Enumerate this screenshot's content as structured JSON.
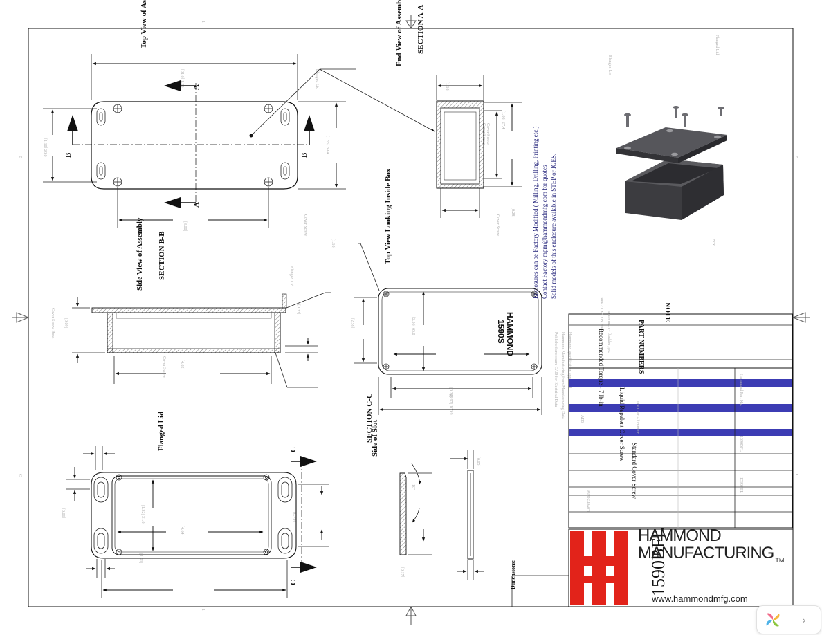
{
  "views": {
    "top_view": "Top View of Assembly",
    "end_view": "End View of Assembly",
    "section_aa": "SECTION A-A",
    "side_view": "Side View of Assembly",
    "section_bb": "SECTION B-B",
    "top_inside": "Top View Looking Inside Box",
    "section_cc": "SECTION C-C",
    "side_slot": "Side of Slot",
    "flanged_lid": "Flanged Lid"
  },
  "markers": {
    "a": "A",
    "b": "B",
    "c": "C"
  },
  "box_marking": {
    "brand": "HAMMOND",
    "model": "1590S"
  },
  "notes": {
    "line1": "Enclosures can be Factory Modified ( Milling, Drilling, Printing etc.)",
    "line2": "Contact Factory    mpm@hammondmfg.com for quotes",
    "line3": "Solid models of this enclosure available in STEP or IGES."
  },
  "title_block": {
    "note_header": "NOTE",
    "part_numbers_header": "PART NUMBERS",
    "row_recommended": "Recommended Torque - 7 lb-in",
    "row_liquid": "Liquid Repelent Cover Screw",
    "row_standard": "Standard Cover Screw",
    "part_number": "1590BFL",
    "dimensions_label": "Dimensions:"
  },
  "brand": {
    "line1": "HAMMOND",
    "line2": "MANUFACTURING",
    "tm": "TM",
    "url": "www.hammondmfg.com"
  },
  "colors": {
    "red": "#e2231a",
    "blue": "#3c3cb4",
    "navy": "#23237a"
  },
  "nav": {
    "next_icon": "chevron-right-icon",
    "next": "›"
  }
}
